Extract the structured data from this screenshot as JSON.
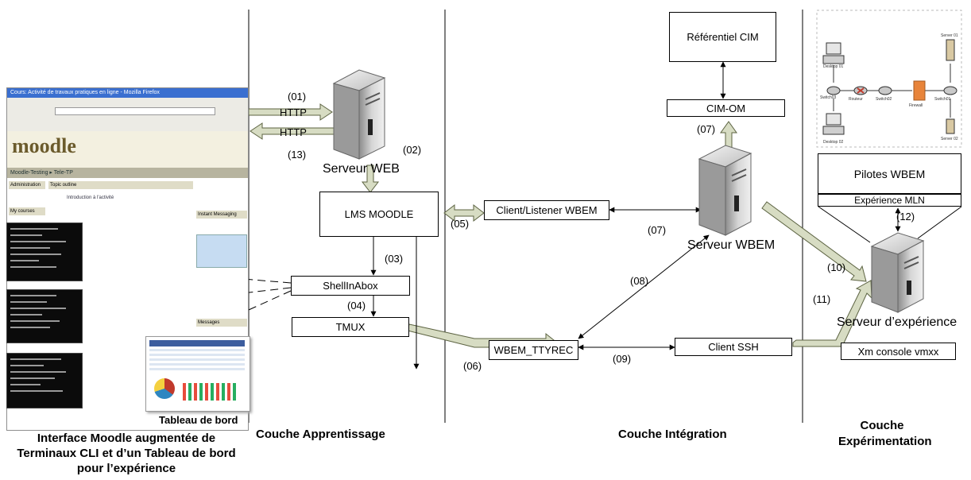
{
  "layers": {
    "learning": "Couche Apprentissage",
    "integration": "Couche Intégration",
    "experimentation": "Couche Expérimentation"
  },
  "boxes": {
    "lms": "LMS MOODLE",
    "shellinabox": "ShellInAbox",
    "tmux": "TMUX",
    "client_listener": "Client/Listener WBEM",
    "wbem_ttyrec": "WBEM_TTYREC",
    "client_ssh": "Client SSH",
    "cim_repo": "Référentiel CIM",
    "cim_om": "CIM-OM",
    "pilotes": "Pilotes WBEM",
    "experience_mln": "Expérience MLN",
    "xm_console": "Xm console vmxx"
  },
  "servers": {
    "web": "Serveur WEB",
    "wbem": "Serveur WBEM",
    "experience": "Serveur d’expérience"
  },
  "protocols": {
    "http_in": "HTTP",
    "http_out": "HTTP"
  },
  "steps": {
    "s01": "(01)",
    "s02": "(02)",
    "s03": "(03)",
    "s04": "(04)",
    "s05": "(05)",
    "s06": "(06)",
    "s07a": "(07)",
    "s07b": "(07)",
    "s08": "(08)",
    "s09": "(09)",
    "s10": "(10)",
    "s11": "(11)",
    "s12": "(12)",
    "s13": "(13)"
  },
  "captions": {
    "interface": "Interface Moodle augmentée de Terminaux CLI et d’un Tableau de bord pour l’expérience",
    "dashboard": "Tableau de bord"
  },
  "screenshot": {
    "window_title": "Cours: Activité de travaux pratiques en ligne - Mozilla Firefox",
    "brand": "moodle",
    "breadcrumb": "Moodle-Testing ▸ Tele-TP",
    "administration": "Administration",
    "topic_outline": "Topic outline",
    "introduction": "Introduction à l'activité",
    "my_courses": "My courses",
    "instant_messaging": "Instant Messaging",
    "messages": "Messages"
  },
  "topology": {
    "nodes": [
      "Desktop 01",
      "Switch03",
      "Routeur",
      "Switch02",
      "Firewall",
      "Switch01",
      "Server 01",
      "Server 02",
      "Desktop 02"
    ]
  },
  "colors": {
    "fat_arrow_fill": "#d7dcc3",
    "fat_arrow_stroke": "#5c6342",
    "line": "#000000"
  }
}
